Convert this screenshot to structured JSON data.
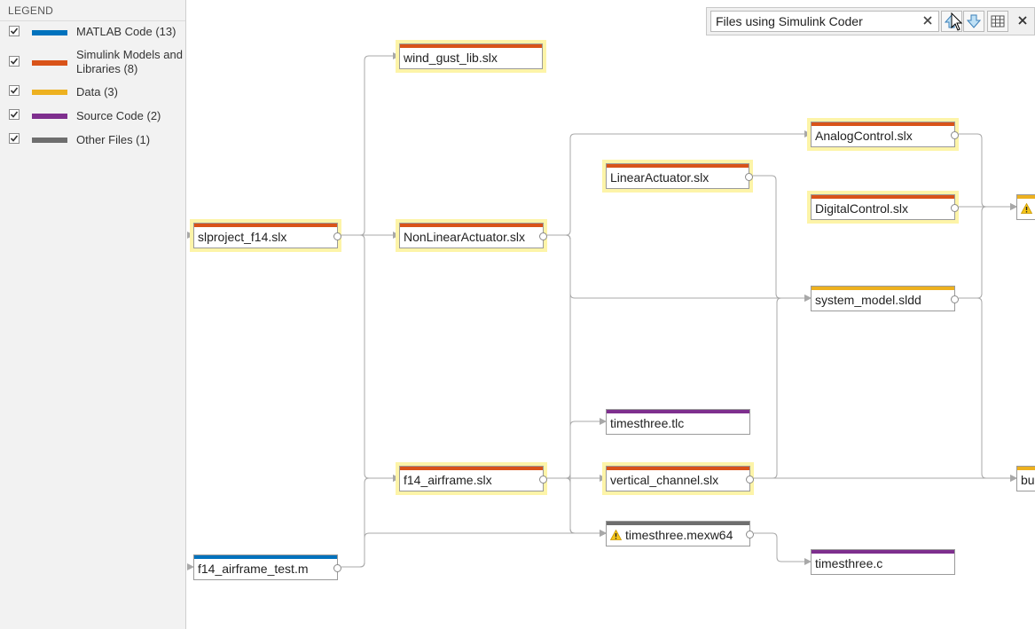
{
  "legend": {
    "title": "LEGEND",
    "items": [
      {
        "label": "MATLAB Code (13)",
        "color": "#0072bd",
        "checked": true
      },
      {
        "label": "Simulink Models and Libraries (8)",
        "color": "#d95319",
        "checked": true
      },
      {
        "label": "Data (3)",
        "color": "#edb120",
        "checked": true
      },
      {
        "label": "Source Code (2)",
        "color": "#7e2f8e",
        "checked": true
      },
      {
        "label": "Other Files (1)",
        "color": "#6e6e6e",
        "checked": true
      }
    ]
  },
  "search": {
    "value": "Files using Simulink Coder",
    "clear_icon": "clear-x-icon",
    "prev_icon": "arrow-up-icon",
    "next_icon": "arrow-down-icon",
    "table_icon": "table-icon",
    "close_icon": "close-x-icon"
  },
  "nodes": [
    {
      "id": "wind_gust_lib",
      "label": "wind_gust_lib.slx",
      "type": "simulink",
      "highlighted": true
    },
    {
      "id": "slproject_f14",
      "label": "slproject_f14.slx",
      "type": "simulink",
      "highlighted": true
    },
    {
      "id": "nonlinear",
      "label": "NonLinearActuator.slx",
      "type": "simulink",
      "highlighted": true
    },
    {
      "id": "linear",
      "label": "LinearActuator.slx",
      "type": "simulink",
      "highlighted": true
    },
    {
      "id": "analog",
      "label": "AnalogControl.slx",
      "type": "simulink",
      "highlighted": true
    },
    {
      "id": "digital",
      "label": "DigitalControl.slx",
      "type": "simulink",
      "highlighted": true
    },
    {
      "id": "system_model",
      "label": "system_model.sldd",
      "type": "data",
      "highlighted": false
    },
    {
      "id": "timesthree_tlc",
      "label": "timesthree.tlc",
      "type": "source",
      "highlighted": false
    },
    {
      "id": "f14_airframe",
      "label": "f14_airframe.slx",
      "type": "simulink",
      "highlighted": true
    },
    {
      "id": "vertical",
      "label": "vertical_channel.slx",
      "type": "simulink",
      "highlighted": true
    },
    {
      "id": "mexw64",
      "label": "timesthree.mexw64",
      "type": "other",
      "highlighted": false,
      "warning": true
    },
    {
      "id": "f14_test",
      "label": "f14_airframe_test.m",
      "type": "matlab",
      "highlighted": false
    },
    {
      "id": "timesthree_c",
      "label": "timesthree.c",
      "type": "source",
      "highlighted": false
    },
    {
      "id": "right_warn",
      "label": "",
      "type": "data",
      "highlighted": false,
      "warning": true
    },
    {
      "id": "right_bu",
      "label": "bu",
      "type": "data",
      "highlighted": false
    }
  ],
  "edges": [
    [
      "slproject_f14",
      "wind_gust_lib"
    ],
    [
      "slproject_f14",
      "nonlinear"
    ],
    [
      "slproject_f14",
      "f14_airframe"
    ],
    [
      "nonlinear",
      "analog"
    ],
    [
      "nonlinear",
      "system_model"
    ],
    [
      "nonlinear",
      "mexw64"
    ],
    [
      "linear",
      "system_model"
    ],
    [
      "analog",
      "right_warn"
    ],
    [
      "digital",
      "right_warn"
    ],
    [
      "system_model",
      "right_warn"
    ],
    [
      "system_model",
      "right_bu"
    ],
    [
      "f14_airframe",
      "timesthree_tlc"
    ],
    [
      "f14_airframe",
      "vertical"
    ],
    [
      "f14_airframe",
      "mexw64"
    ],
    [
      "vertical",
      "system_model"
    ],
    [
      "vertical",
      "right_bu"
    ],
    [
      "mexw64",
      "timesthree_c"
    ],
    [
      "f14_test",
      "f14_airframe"
    ],
    [
      "f14_test",
      "mexw64"
    ]
  ],
  "colors": {
    "matlab": "#0072bd",
    "simulink": "#d95319",
    "data": "#edb120",
    "source": "#7e2f8e",
    "other": "#6e6e6e",
    "highlight": "#fdf4a8",
    "edge": "#a8a8a8"
  }
}
